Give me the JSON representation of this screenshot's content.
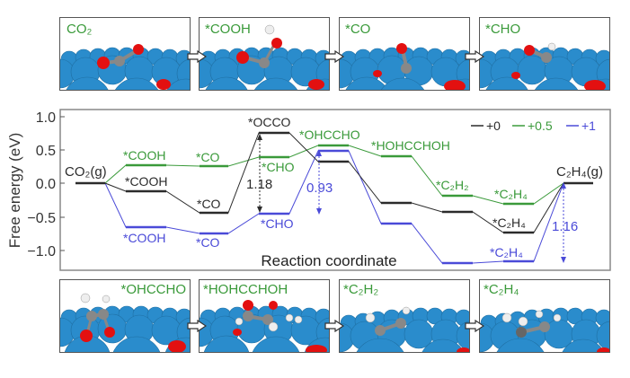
{
  "top_panels": [
    {
      "label": "CO₂",
      "label_pos": "top-left"
    },
    {
      "label": "*COOH",
      "label_pos": "top-left"
    },
    {
      "label": "*CO",
      "label_pos": "top-left"
    },
    {
      "label": "*CHO",
      "label_pos": "top-left"
    }
  ],
  "bottom_panels": [
    {
      "label": "*OHCCHO",
      "label_pos": "top-right"
    },
    {
      "label": "*HOHCCHOH",
      "label_pos": "top-left"
    },
    {
      "label": "*C₂H₂",
      "label_pos": "top-left"
    },
    {
      "label": "*C₂H₄",
      "label_pos": "top-left"
    }
  ],
  "colors": {
    "black_series": "#2b2b2b",
    "green_series": "#3a9a3a",
    "blue_series": "#4a4ad8",
    "surface": "#2a8ccc",
    "oxygen": "#e31010",
    "carbon": "#808080",
    "hydrogen": "#f0f0f0"
  },
  "chart_data": {
    "type": "line",
    "title": "",
    "xlabel": "Reaction coordinate",
    "ylabel": "Free energy (eV)",
    "ylim": [
      -1.35,
      1.1
    ],
    "yticks": [
      "1.0",
      "0.5",
      "0.0",
      "−0.5",
      "−1.0"
    ],
    "ytick_values": [
      1.0,
      0.5,
      0.0,
      -0.5,
      -1.0
    ],
    "legend": {
      "position": "top-right",
      "entries": [
        "+0",
        "+0.5",
        "+1"
      ]
    },
    "grid": false,
    "series": [
      {
        "name": "+0",
        "color": "#2b2b2b",
        "steps": [
          {
            "state": "CO2(g)",
            "value": 0.0,
            "label": "CO₂(g)"
          },
          {
            "state": "*COOH",
            "value": -0.12,
            "label": "*COOH"
          },
          {
            "state": "*CO",
            "value": -0.44,
            "label": "*CO"
          },
          {
            "state": "*OCCO",
            "value": 0.75,
            "label": "*OCCO"
          },
          {
            "state": "*OHCCHO",
            "value": 0.32,
            "label": ""
          },
          {
            "state": "*HOHCCHOH",
            "value": -0.29,
            "label": ""
          },
          {
            "state": "*C2H2",
            "value": -0.43,
            "label": ""
          },
          {
            "state": "*C2H4",
            "value": -0.74,
            "label": "*C₂H₄"
          },
          {
            "state": "C2H4(g)",
            "value": 0.0,
            "label": "C₂H₄(g)"
          }
        ]
      },
      {
        "name": "+0.5",
        "color": "#3a9a3a",
        "steps": [
          {
            "state": "CO2(g)",
            "value": 0.0,
            "label": ""
          },
          {
            "state": "*COOH",
            "value": 0.27,
            "label": "*COOH"
          },
          {
            "state": "*CO",
            "value": 0.26,
            "label": "*CO"
          },
          {
            "state": "*CHO",
            "value": 0.39,
            "label": "*CHO"
          },
          {
            "state": "*OHCCHO",
            "value": 0.56,
            "label": "*OHCCHO"
          },
          {
            "state": "*HOHCCHOH",
            "value": 0.4,
            "label": "*HOHCCHOH"
          },
          {
            "state": "*C2H2",
            "value": -0.19,
            "label": "*C₂H₂"
          },
          {
            "state": "*C2H4",
            "value": -0.31,
            "label": "*C₂H₄"
          },
          {
            "state": "C2H4(g)",
            "value": 0.0,
            "label": ""
          }
        ]
      },
      {
        "name": "+1",
        "color": "#4a4ad8",
        "steps": [
          {
            "state": "CO2(g)",
            "value": 0.0,
            "label": ""
          },
          {
            "state": "*COOH",
            "value": -0.66,
            "label": "*COOH"
          },
          {
            "state": "*CO",
            "value": -0.75,
            "label": "*CO"
          },
          {
            "state": "*CHO",
            "value": -0.46,
            "label": "*CHO"
          },
          {
            "state": "*OHCCHO",
            "value": 0.48,
            "label": ""
          },
          {
            "state": "*HOHCCHOH",
            "value": -0.61,
            "label": ""
          },
          {
            "state": "*C2H2",
            "value": -1.2,
            "label": ""
          },
          {
            "state": "*C2H4",
            "value": -1.16,
            "label": "*C₂H₄"
          },
          {
            "state": "C2H4(g)",
            "value": 0.0,
            "label": ""
          }
        ]
      }
    ],
    "annotations": [
      {
        "text": "1.18",
        "color": "#2b2b2b",
        "between": [
          "+1 *CHO",
          "+0 *OCCO"
        ],
        "arrow": "dotted double"
      },
      {
        "text": "0.93",
        "color": "#4a4ad8",
        "between": [
          "+1 *CHO",
          "+1 *OHCCHO"
        ],
        "arrow": "dotted"
      },
      {
        "text": "1.16",
        "color": "#4a4ad8",
        "between": [
          "+1 *C2H4",
          "C2H4(g)"
        ],
        "arrow": "dotted"
      }
    ]
  },
  "text": {
    "ylabel": "Free energy (eV)",
    "xlabel": "Reaction coordinate",
    "legend_0": "+0",
    "legend_05": "+0.5",
    "legend_1": "+1",
    "co2g": "CO₂(g)",
    "c2h4g": "C₂H₄(g)",
    "ann_118": "1.18",
    "ann_093": "0.93",
    "ann_116": "1.16",
    "k_cooh": "*COOH",
    "k_co": "*CO",
    "k_occo": "*OCCO",
    "k_c2h4": "*C₂H₄",
    "g_cooh": "*COOH",
    "g_co": "*CO",
    "g_cho": "*CHO",
    "g_ohccho": "*OHCCHO",
    "g_hohcchoh": "*HOHCCHOH",
    "g_c2h2": "*C₂H₂",
    "g_c2h4": "*C₂H₄",
    "b_cooh": "*COOH",
    "b_co": "*CO",
    "b_cho": "*CHO",
    "b_c2h4": "*C₂H₄",
    "t1": "1.0",
    "t2": "0.5",
    "t3": "0.0",
    "t4": "−0.5",
    "t5": "−1.0"
  }
}
